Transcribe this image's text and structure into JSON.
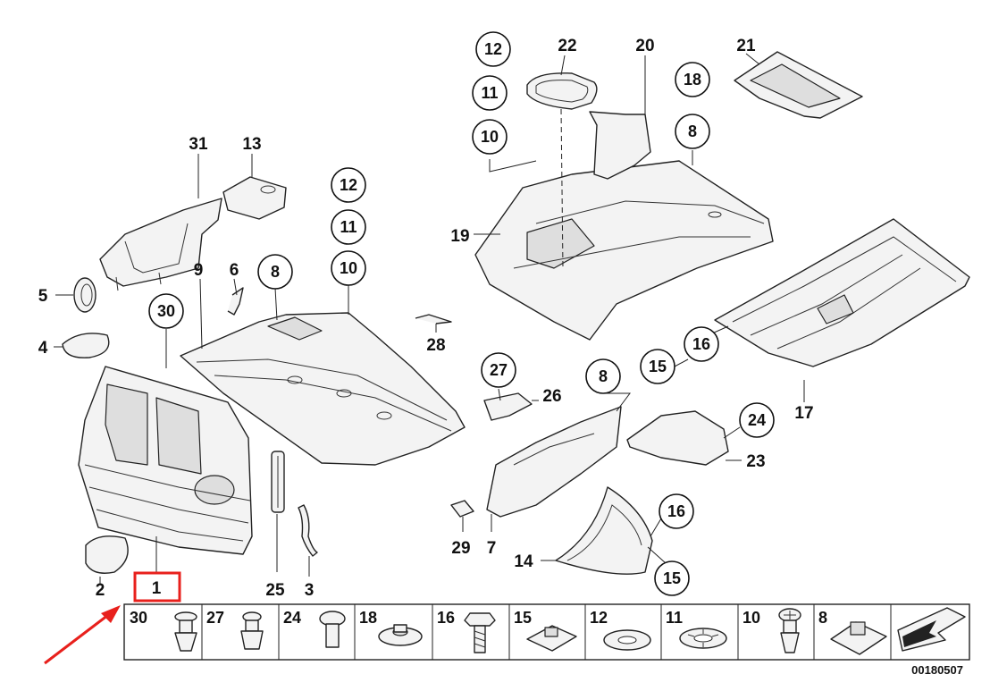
{
  "labels": {
    "l1": "1",
    "l2": "2",
    "l3": "3",
    "l4": "4",
    "l5": "5",
    "l6": "6",
    "l7": "7",
    "l8a": "8",
    "l8b": "8",
    "l8c": "8",
    "l9": "9",
    "l10a": "10",
    "l10b": "10",
    "l11a": "11",
    "l11b": "11",
    "l12a": "12",
    "l12b": "12",
    "l13": "13",
    "l14": "14",
    "l15a": "15",
    "l15b": "15",
    "l16a": "16",
    "l16b": "16",
    "l17": "17",
    "l18": "18",
    "l19": "19",
    "l20": "20",
    "l21": "21",
    "l22": "22",
    "l23": "23",
    "l24": "24",
    "l25": "25",
    "l26": "26",
    "l27": "27",
    "l28": "28",
    "l29": "29",
    "l30": "30",
    "l31": "31"
  },
  "strip": [
    "30",
    "27",
    "24",
    "18",
    "16",
    "15",
    "12",
    "11",
    "10",
    "8"
  ],
  "diagram_code": "00180507",
  "highlight_color": "#e8201c"
}
